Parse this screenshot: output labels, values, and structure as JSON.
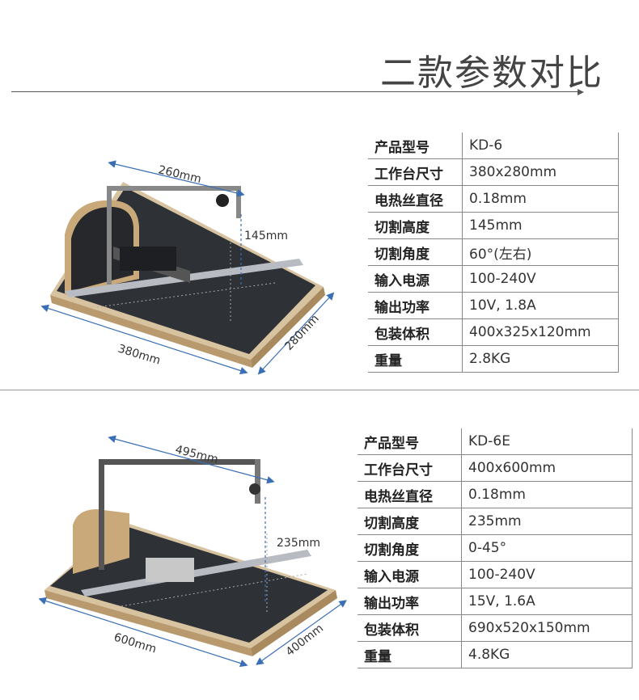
{
  "title": "二款参数对比",
  "products": [
    {
      "dims": {
        "width": "260mm",
        "height": "145mm",
        "length": "380mm",
        "depth": "280mm"
      },
      "specs": [
        {
          "key": "产品型号",
          "value": "KD-6"
        },
        {
          "key": "工作台尺寸",
          "value": "380x280mm"
        },
        {
          "key": "电热丝直径",
          "value": "0.18mm"
        },
        {
          "key": "切割高度",
          "value": "145mm"
        },
        {
          "key": "切割角度",
          "value": "60°(左右)"
        },
        {
          "key": "输入电源",
          "value": "100-240V"
        },
        {
          "key": "输出功率",
          "value": "10V, 1.8A"
        },
        {
          "key": "包装体积",
          "value": "400x325x120mm"
        },
        {
          "key": "重量",
          "value": "2.8KG"
        }
      ]
    },
    {
      "dims": {
        "width": "495mm",
        "height": "235mm",
        "length": "600mm",
        "depth": "400mm"
      },
      "specs": [
        {
          "key": "产品型号",
          "value": "KD-6E"
        },
        {
          "key": "工作台尺寸",
          "value": "400x600mm"
        },
        {
          "key": "电热丝直径",
          "value": "0.18mm"
        },
        {
          "key": "切割高度",
          "value": "235mm"
        },
        {
          "key": "切割角度",
          "value": "0-45°"
        },
        {
          "key": "输入电源",
          "value": "100-240V"
        },
        {
          "key": "输出功率",
          "value": "15V, 1.6A"
        },
        {
          "key": "包装体积",
          "value": "690x520x150mm"
        },
        {
          "key": "重量",
          "value": "4.8KG"
        }
      ]
    }
  ]
}
